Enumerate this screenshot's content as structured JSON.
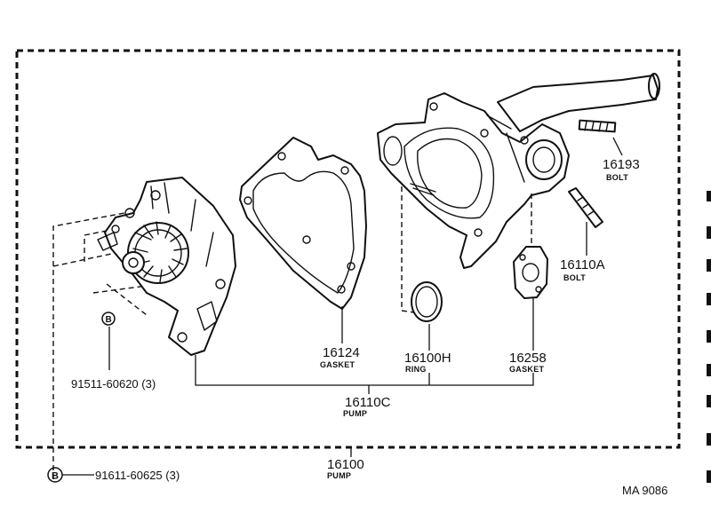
{
  "parts": {
    "p16193": {
      "number": "16193",
      "desc": "BOLT"
    },
    "p16110a": {
      "number": "16110A",
      "desc": "BOLT"
    },
    "p16124": {
      "number": "16124",
      "desc": "GASKET"
    },
    "p16100h": {
      "number": "16100H",
      "desc": "RING"
    },
    "p16258": {
      "number": "16258",
      "desc": "GASKET"
    },
    "p16110c": {
      "number": "16110C",
      "desc": "PUMP"
    },
    "p16100": {
      "number": "16100",
      "desc": "PUMP"
    },
    "p91511": {
      "number": "91511-60620 (3)",
      "marker": "B"
    },
    "p91611": {
      "number": "91611-60625 (3)",
      "marker": "B"
    }
  },
  "figure_code": "MA 9086"
}
